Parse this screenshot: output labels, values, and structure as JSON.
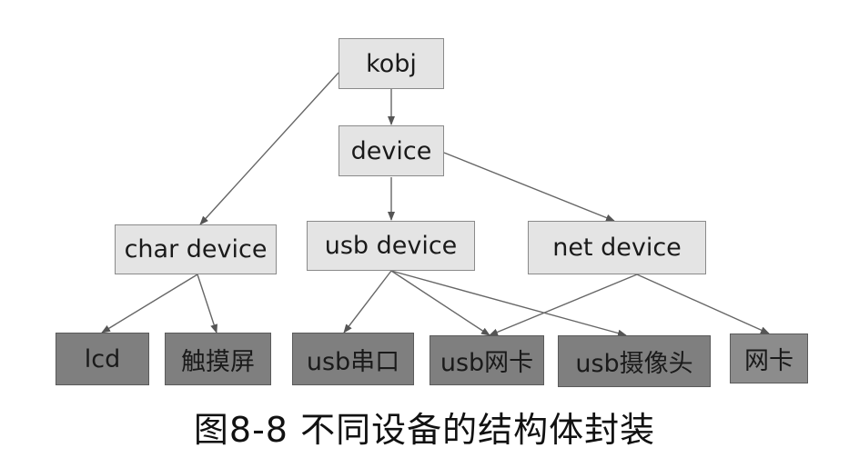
{
  "nodes": {
    "kobj": "kobj",
    "device": "device",
    "char_device": "char device",
    "usb_device": "usb  device",
    "net_device": "net  device",
    "lcd": "lcd",
    "touchscreen": "触摸屏",
    "usb_serial": "usb串口",
    "usb_nic": "usb网卡",
    "usb_camera": "usb摄像头",
    "nic": "网卡"
  },
  "caption": "图8-8  不同设备的结构体封装",
  "colors": {
    "light_box": "#e4e4e4",
    "dark_box": "#7f7f7f",
    "arrow": "#555555"
  }
}
